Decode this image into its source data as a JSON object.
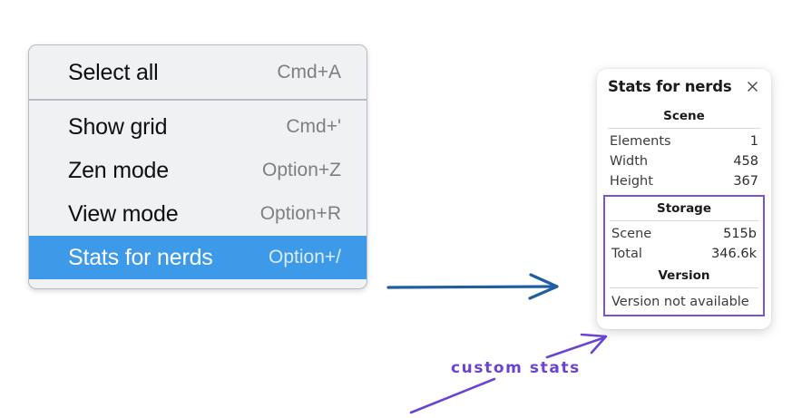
{
  "menu": {
    "groups": [
      {
        "items": [
          {
            "label": "Select all",
            "shortcut": "Cmd+A",
            "selected": false
          }
        ]
      },
      {
        "items": [
          {
            "label": "Show grid",
            "shortcut": "Cmd+'",
            "selected": false
          },
          {
            "label": "Zen mode",
            "shortcut": "Option+Z",
            "selected": false
          },
          {
            "label": "View mode",
            "shortcut": "Option+R",
            "selected": false
          },
          {
            "label": "Stats for nerds",
            "shortcut": "Option+/",
            "selected": true
          }
        ]
      }
    ],
    "selected_color": "#3d9ae8"
  },
  "stats_panel": {
    "title": "Stats for nerds",
    "close_icon": "close-icon",
    "sections": [
      {
        "heading": "Scene",
        "rows": [
          {
            "label": "Elements",
            "value": "1"
          },
          {
            "label": "Width",
            "value": "458"
          },
          {
            "label": "Height",
            "value": "367"
          }
        ]
      },
      {
        "heading": "Storage",
        "rows": [
          {
            "label": "Scene",
            "value": "515b"
          },
          {
            "label": "Total",
            "value": "346.6k"
          }
        ]
      },
      {
        "heading": "Version",
        "text": "Version not available"
      }
    ],
    "highlight_color": "#7a52d6"
  },
  "annotations": {
    "handwritten_label": "custom stats",
    "label_color": "#6a43d4",
    "blue_arrow_color": "#1f5fa0",
    "purple_stroke_color": "#6a43d4"
  }
}
